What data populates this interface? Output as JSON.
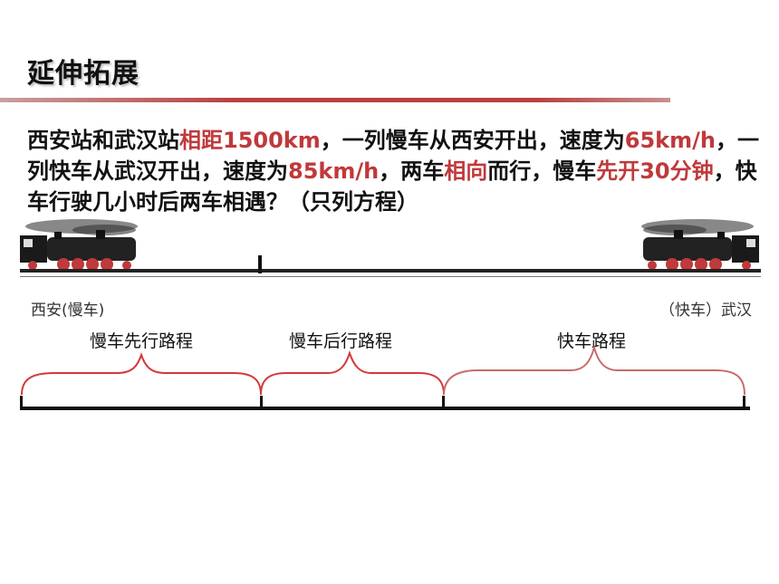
{
  "title": "延伸拓展",
  "problem": {
    "segments": [
      {
        "text": "西安站和武汉站",
        "hl": false
      },
      {
        "text": "相距1500km",
        "hl": true
      },
      {
        "text": "，一列慢车从西安开出，速度为",
        "hl": false
      },
      {
        "text": "65km/h",
        "hl": true
      },
      {
        "text": "，一列快车从武汉开出，速度为",
        "hl": false
      },
      {
        "text": "85km/h",
        "hl": true
      },
      {
        "text": "，两车",
        "hl": false
      },
      {
        "text": "相向",
        "hl": true
      },
      {
        "text": "而行，慢车",
        "hl": false
      },
      {
        "text": "先开30分钟",
        "hl": true
      },
      {
        "text": "，快车行驶几小时后两车相遇？（只列方程）",
        "hl": false
      }
    ]
  },
  "stations": {
    "left": "西安(慢车)",
    "right": "（快车）武汉"
  },
  "segments": {
    "slow_first": "慢车先行路程",
    "slow_after": "慢车后行路程",
    "fast": "快车路程"
  },
  "colors": {
    "highlight": "#c0393b",
    "brace": "#d23a3a",
    "brace_light": "#c86b6b"
  }
}
